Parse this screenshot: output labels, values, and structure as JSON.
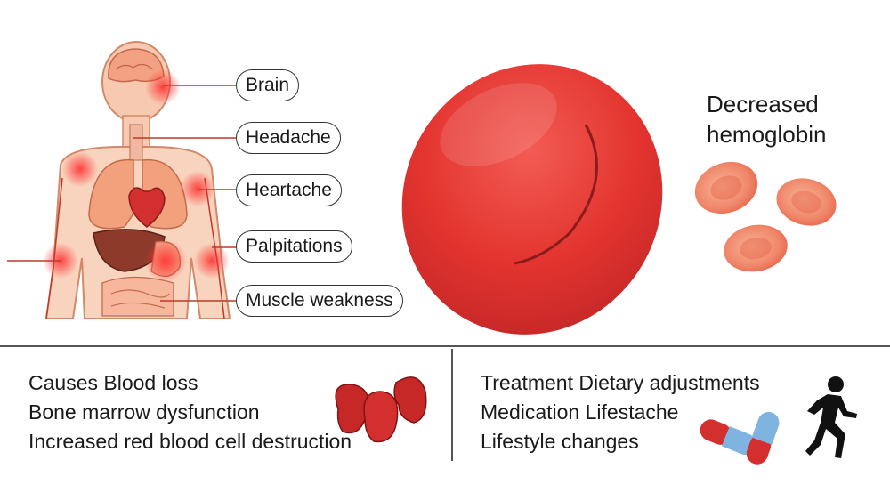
{
  "symptoms": [
    "Brain",
    "Headache",
    "Heartache",
    "Palpitations",
    "Muscle weakness"
  ],
  "decreased_hemoglobin": [
    "Decreased",
    "hemoglobin"
  ],
  "causes": [
    "Causes Blood loss",
    "Bone marrow dysfunction",
    "Increased red blood cell destruction"
  ],
  "treatment": [
    "Treatment Dietary adjustments",
    "Medication Lifestache",
    "Lifestyle changes"
  ],
  "icons": [
    "human-body-icon",
    "red-blood-cell-icon",
    "blood-cells-icon",
    "capsule-pill-icon",
    "running-person-icon"
  ],
  "colors": {
    "cell_red": "#e53935",
    "pink": "#f4a07f",
    "pill_blue": "#7fb3e0",
    "divider": "#555555"
  }
}
